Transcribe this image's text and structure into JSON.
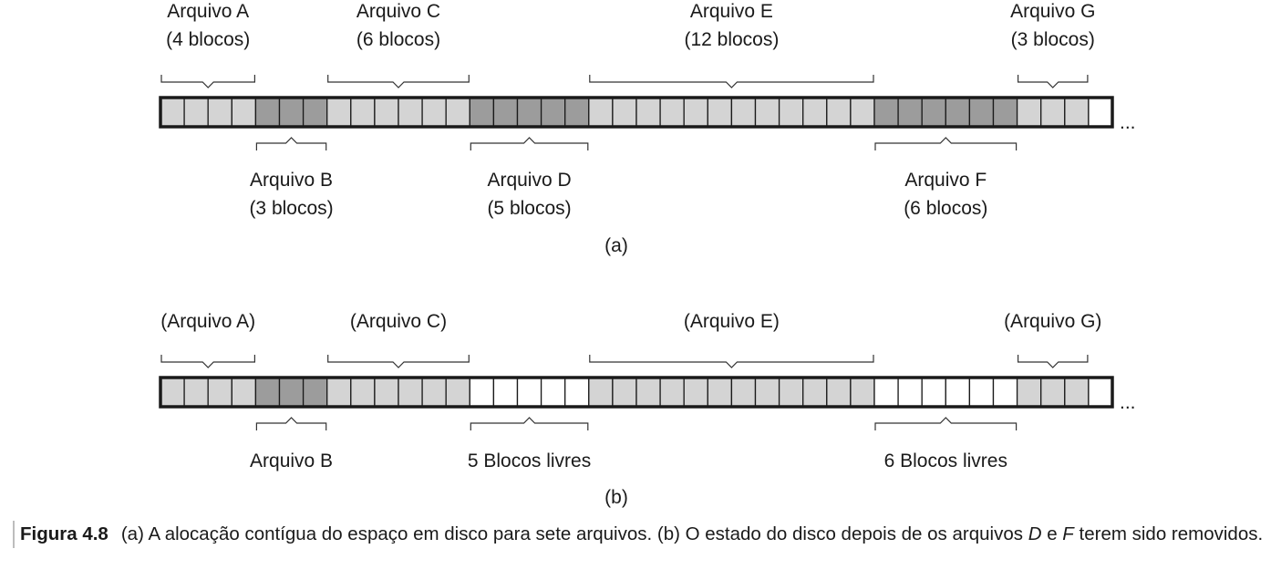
{
  "diagram_a": {
    "caption": "(a)",
    "blocks": [
      "A",
      "A",
      "A",
      "A",
      "B",
      "B",
      "B",
      "C",
      "C",
      "C",
      "C",
      "C",
      "C",
      "D",
      "D",
      "D",
      "D",
      "D",
      "E",
      "E",
      "E",
      "E",
      "E",
      "E",
      "E",
      "E",
      "E",
      "E",
      "E",
      "E",
      "F",
      "F",
      "F",
      "F",
      "F",
      "F",
      "G",
      "G",
      "G",
      "free"
    ],
    "top_labels": [
      {
        "name": "Arquivo A",
        "sub": "(4 blocos)",
        "file": "A"
      },
      {
        "name": "Arquivo C",
        "sub": "(6 blocos)",
        "file": "C"
      },
      {
        "name": "Arquivo E",
        "sub": "(12 blocos)",
        "file": "E"
      },
      {
        "name": "Arquivo G",
        "sub": "(3 blocos)",
        "file": "G"
      }
    ],
    "bottom_labels": [
      {
        "name": "Arquivo B",
        "sub": "(3 blocos)",
        "file": "B"
      },
      {
        "name": "Arquivo D",
        "sub": "(5 blocos)",
        "file": "D"
      },
      {
        "name": "Arquivo F",
        "sub": "(6 blocos)",
        "file": "F"
      }
    ],
    "ellipsis": "..."
  },
  "diagram_b": {
    "caption": "(b)",
    "blocks": [
      "A",
      "A",
      "A",
      "A",
      "B",
      "B",
      "B",
      "C",
      "C",
      "C",
      "C",
      "C",
      "C",
      "free",
      "free",
      "free",
      "free",
      "free",
      "E",
      "E",
      "E",
      "E",
      "E",
      "E",
      "E",
      "E",
      "E",
      "E",
      "E",
      "E",
      "free",
      "free",
      "free",
      "free",
      "free",
      "free",
      "G",
      "G",
      "G",
      "free"
    ],
    "top_labels": [
      {
        "name": "(Arquivo A)",
        "file": "A"
      },
      {
        "name": "(Arquivo C)",
        "file": "C"
      },
      {
        "name": "(Arquivo E)",
        "file": "E"
      },
      {
        "name": "(Arquivo G)",
        "file": "G"
      }
    ],
    "bottom_labels": [
      {
        "name": "Arquivo B",
        "file": "B"
      },
      {
        "name": "5 Blocos livres",
        "file": "D"
      },
      {
        "name": "6 Blocos livres",
        "file": "F"
      }
    ],
    "ellipsis": "..."
  },
  "colors": {
    "light_block": "#d4d4d4",
    "dark_block": "#9c9c9c",
    "free_block": "#ffffff",
    "border": "#1a1a1a"
  },
  "caption": {
    "number": "Figura 4.8",
    "text_1": "(a) A alocação contígua do espaço em disco para sete arquivos. (b) O estado do disco depois de os arquivos ",
    "file_d": "D",
    "text_2": " e ",
    "file_f": "F",
    "text_3": " terem sido removidos."
  }
}
